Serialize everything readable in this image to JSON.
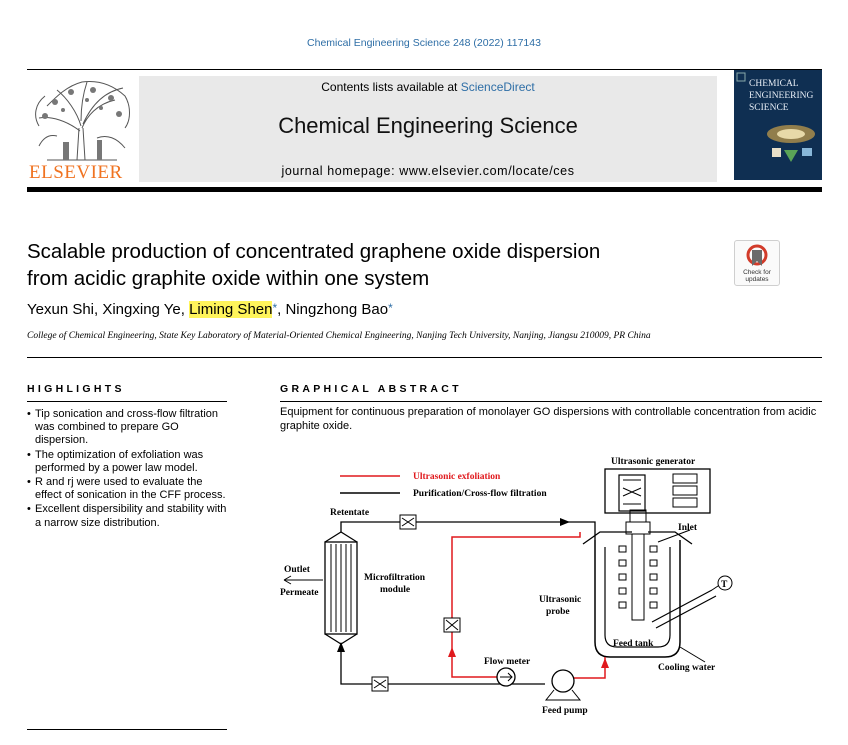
{
  "header": {
    "citation": "Chemical Engineering Science 248 (2022) 117143",
    "publisher": "ELSEVIER",
    "contents_prefix": "Contents lists available at",
    "contents_link": "ScienceDirect",
    "journal": "Chemical Engineering Science",
    "homepage": "journal homepage: www.elsevier.com/locate/ces",
    "cover_title": [
      "CHEMICAL",
      "ENGINEERING",
      "SCIENCE"
    ]
  },
  "article": {
    "title_line1": "Scalable production of concentrated graphene oxide dispersion",
    "title_line2": "from acidic graphite oxide within one system",
    "check_updates": "Check for updates",
    "authors": {
      "a1": "Yexun Shi, Xingxing Ye, ",
      "a2": "Liming Shen",
      "a3": ", Ningzhong Bao",
      "star": "*"
    },
    "affiliation": "College of Chemical Engineering, State Key Laboratory of Material-Oriented Chemical Engineering, Nanjing Tech University, Nanjing, Jiangsu 210009, PR China"
  },
  "highlights": {
    "heading": "HIGHLIGHTS",
    "items": [
      "Tip sonication and cross-flow filtration was combined to prepare GO dispersion.",
      "The optimization of exfoliation was performed by a power law model.",
      "R and rj were used to evaluate the effect of sonication in the CFF process.",
      "Excellent dispersibility and stability with a narrow size distribution."
    ]
  },
  "graphical_abstract": {
    "heading": "GRAPHICAL ABSTRACT",
    "text": "Equipment for continuous preparation of monolayer GO dispersions with controllable concentration from acidic graphite oxide.",
    "legend_red": "Ultrasonic exfoliation",
    "legend_black": "Purification/Cross-flow filtration",
    "labels": {
      "generator": "Ultrasonic generator",
      "retentate": "Retentate",
      "inlet": "Inlet",
      "outlet": "Outlet",
      "permeate": "Permeate",
      "module1": "Microfiltration",
      "module2": "module",
      "probe1": "Ultrasonic",
      "probe2": "probe",
      "feed_tank": "Feed tank",
      "thermo": "T",
      "flow_meter": "Flow meter",
      "cooling": "Cooling water",
      "pump": "Feed pump"
    },
    "colors": {
      "red": "#e0191d",
      "black": "#000000"
    }
  }
}
